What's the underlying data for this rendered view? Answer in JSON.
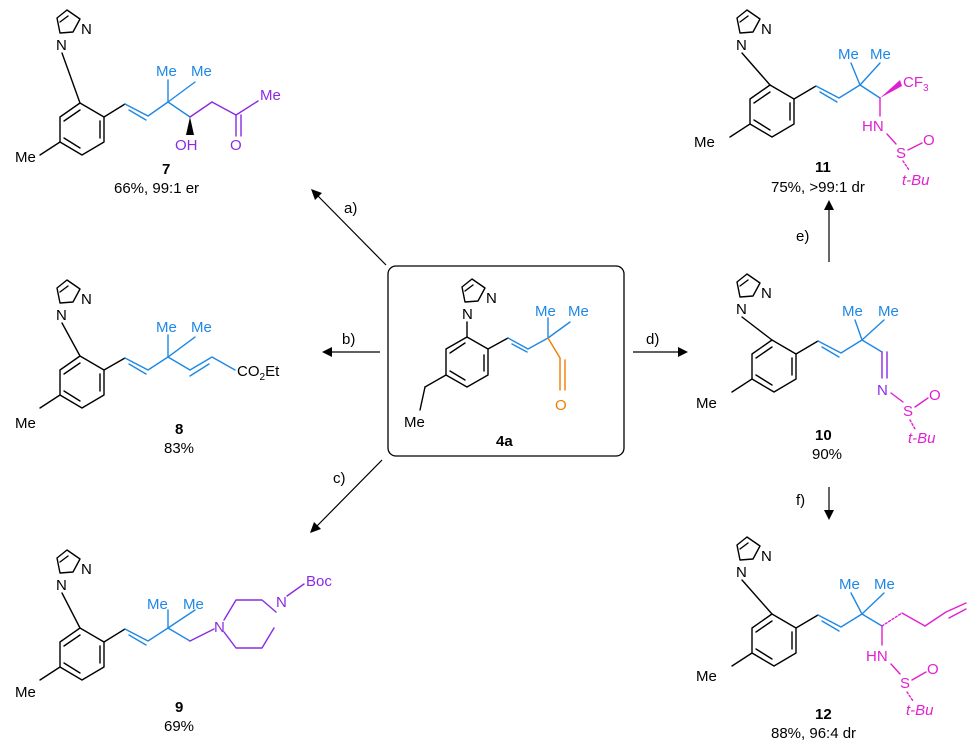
{
  "center": {
    "label": "4a",
    "substituents": {
      "me1": "Me",
      "me2": "Me",
      "me_ring": "Me",
      "oxygen": "O"
    }
  },
  "pyrazole": {
    "n1": "N",
    "n2": "N"
  },
  "arrows": {
    "a": "a)",
    "b": "b)",
    "c": "c)",
    "d": "d)",
    "e": "e)",
    "f": "f)"
  },
  "compounds": {
    "c7": {
      "label": "7",
      "yield": "66%, 99:1 er",
      "me_ring": "Me",
      "me1": "Me",
      "me2": "Me",
      "me3": "Me",
      "oh": "OH",
      "o": "O"
    },
    "c8": {
      "label": "8",
      "yield": "83%",
      "me_ring": "Me",
      "me1": "Me",
      "me2": "Me",
      "ester": "CO",
      "ester_sub": "2",
      "ester_tail": "Et"
    },
    "c9": {
      "label": "9",
      "yield": "69%",
      "me_ring": "Me",
      "me1": "Me",
      "me2": "Me",
      "n_a": "N",
      "n_b": "N",
      "boc": "Boc"
    },
    "c10": {
      "label": "10",
      "yield": "90%",
      "me_ring": "Me",
      "me1": "Me",
      "me2": "Me",
      "n": "N",
      "s": "S",
      "o": "O",
      "tbu": "t-Bu"
    },
    "c11": {
      "label": "11",
      "yield": "75%, >99:1 dr",
      "me_ring": "Me",
      "me1": "Me",
      "me2": "Me",
      "cf": "CF",
      "cf_sub": "3",
      "hn": "HN",
      "s": "S",
      "o": "O",
      "tbu": "t-Bu"
    },
    "c12": {
      "label": "12",
      "yield": "88%, 96:4 dr",
      "me_ring": "Me",
      "me1": "Me",
      "me2": "Me",
      "hn": "HN",
      "s": "S",
      "o": "O",
      "tbu": "t-Bu"
    }
  }
}
